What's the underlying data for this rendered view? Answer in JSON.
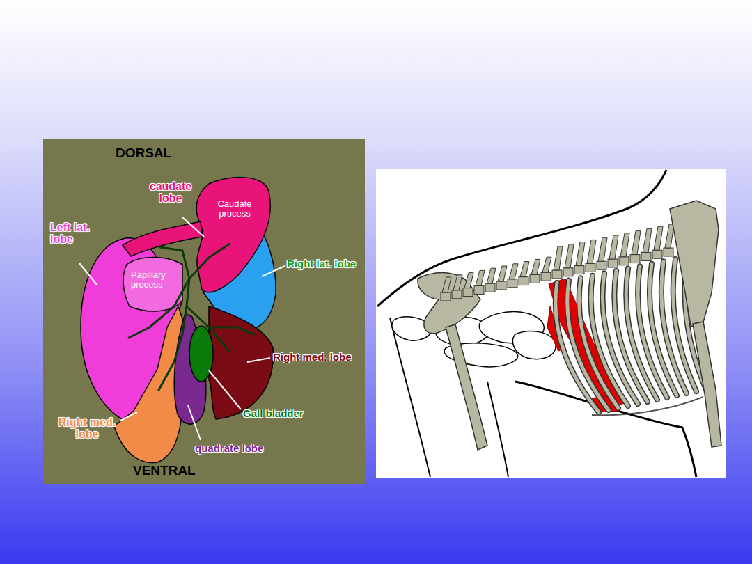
{
  "diagram": {
    "labels": [
      "DORSAL",
      "caudate lobe",
      "Caudate process",
      "Left lat. lobe",
      "Papillary process",
      "Right lat. lobe",
      "Right med. lobe",
      "Gall bladder",
      "Right med. lobe",
      "quadrate lobe",
      "VENTRAL"
    ]
  }
}
